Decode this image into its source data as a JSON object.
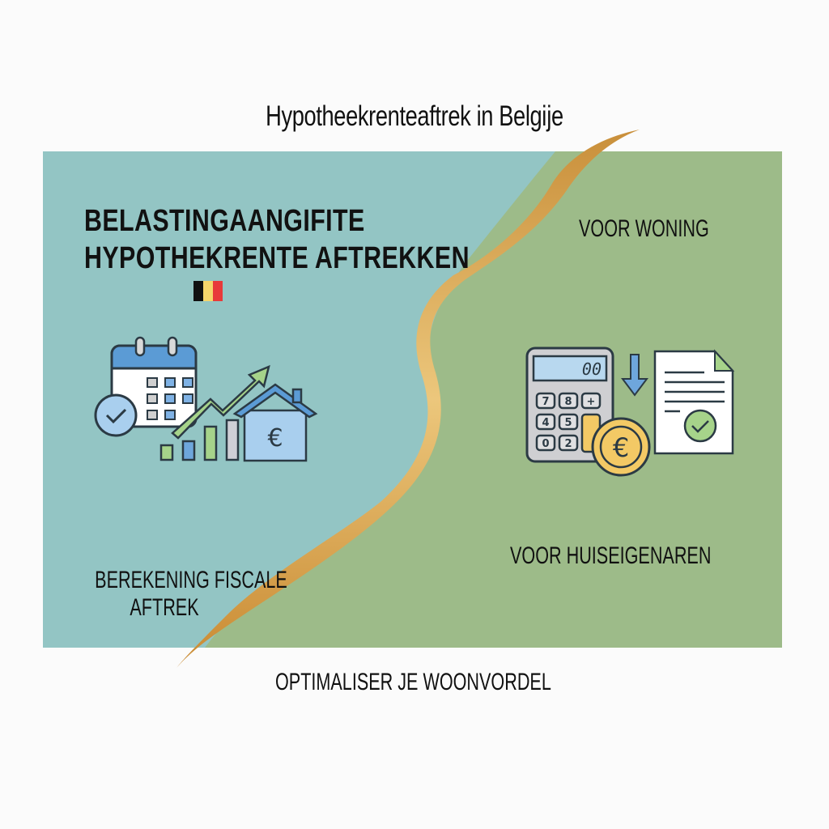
{
  "page": {
    "title": "Hypotheekrenteaftrek in Belgĳe"
  },
  "left_panel": {
    "heading_line1": "BELASTINGAANGIFITE",
    "heading_line2": "HYPOTHEKRENTE AFTREKKEN",
    "flag": "belgium-flag",
    "illustration": [
      "calendar-icon",
      "check-circle-icon",
      "growth-arrow-icon",
      "bar-chart-icon",
      "house-euro-icon"
    ],
    "caption_line1": "BEREKENING FISCALE",
    "caption_line2": "AFTREK"
  },
  "right_panel": {
    "top_label": "VOOR WONING",
    "illustration": [
      "calculator-icon",
      "down-arrow-icon",
      "euro-coin-icon",
      "document-check-icon"
    ],
    "calculator_display": "00",
    "calculator_keys": [
      "7",
      "8",
      "+",
      "4",
      "5",
      "",
      "0",
      "2",
      ""
    ],
    "bottom_label": "VOOR HUISEIGENAREN"
  },
  "footer": {
    "tagline": "OPTIMALISER JE WOONVORDEL"
  },
  "colors": {
    "background": "#fbfbfb",
    "left_panel": "#93c5c4",
    "right_panel": "#9dbb89",
    "ribbon_gold": "#e3b466",
    "flag_black": "#111111",
    "flag_yellow": "#f5d66b",
    "flag_red": "#e83a3a"
  }
}
